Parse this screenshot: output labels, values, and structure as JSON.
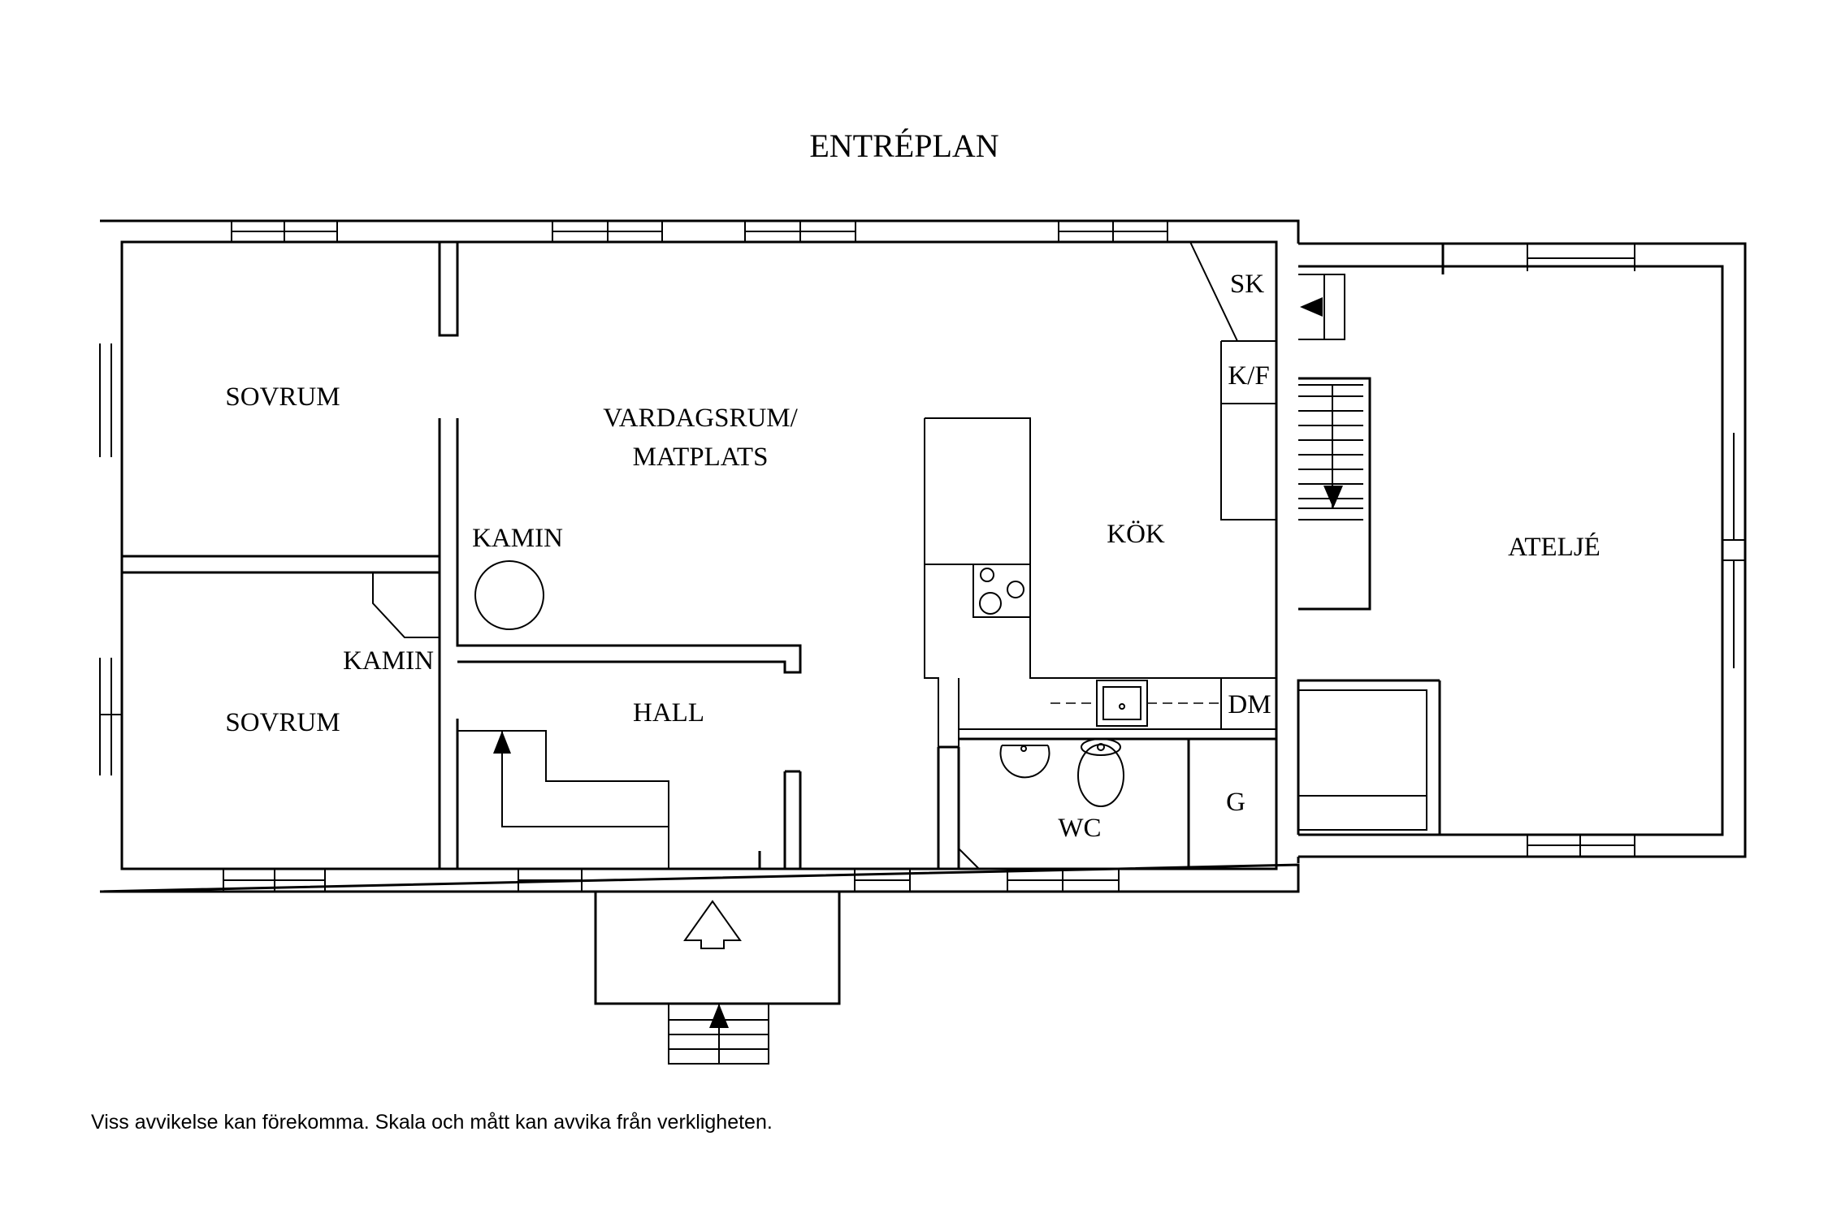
{
  "title": "ENTRÉPLAN",
  "rooms": {
    "sovrum_top": "SOVRUM",
    "sovrum_bottom": "SOVRUM",
    "vardagsrum_line1": "VARDAGSRUM/",
    "vardagsrum_line2": "MATPLATS",
    "kamin_living": "KAMIN",
    "kamin_bedroom": "KAMIN",
    "hall": "HALL",
    "kok": "KÖK",
    "sk": "SK",
    "kf": "K/F",
    "dm": "DM",
    "wc": "WC",
    "g": "G",
    "atelje": "ATELJÉ"
  },
  "disclaimer": "Viss avvikelse kan förekomma. Skala och mått kan avvika från verkligheten."
}
